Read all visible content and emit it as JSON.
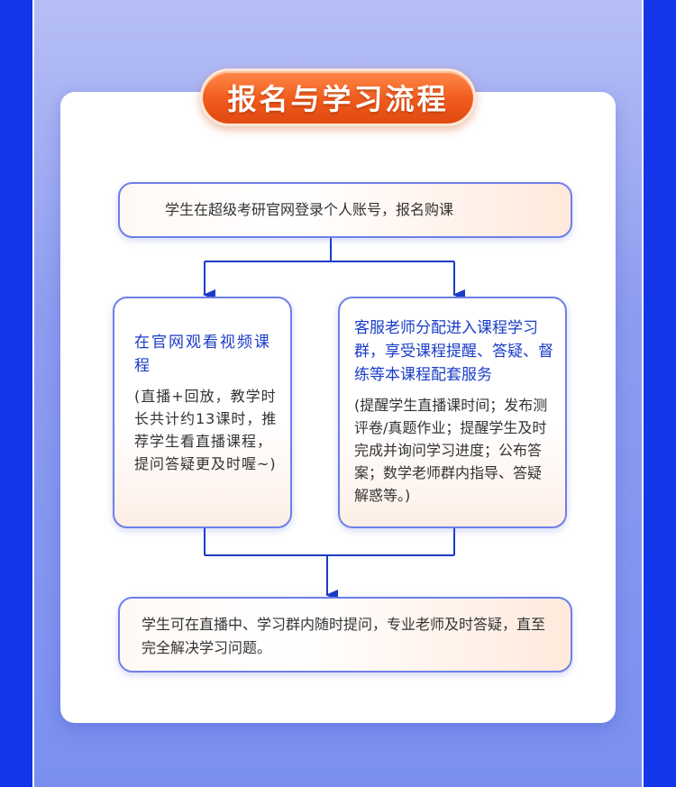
{
  "title": "报名与学习流程",
  "colors": {
    "accent_orange": "#f05a1c",
    "flow_blue": "#1a3cc7",
    "background_blue": "#1236e8"
  },
  "steps": {
    "register": "学生在超级考研官网登录个人账号，报名购课",
    "watch_video": {
      "heading": "在官网观看视频课程",
      "detail": "(直播+回放，教学时长共计约13课时，推荐学生看直播课程，提问答疑更及时喔~)"
    },
    "study_group": {
      "heading": "客服老师分配进入课程学习群，享受课程提醒、答疑、督练等本课程配套服务",
      "detail": "(提醒学生直播课时间；发布测评卷/真题作业；提醒学生及时完成并询问学习进度；公布答案；数学老师群内指导、答疑解惑等。)"
    },
    "answer_questions": "学生可在直播中、学习群内随时提问，专业老师及时答疑，直至完全解决学习问题。"
  }
}
